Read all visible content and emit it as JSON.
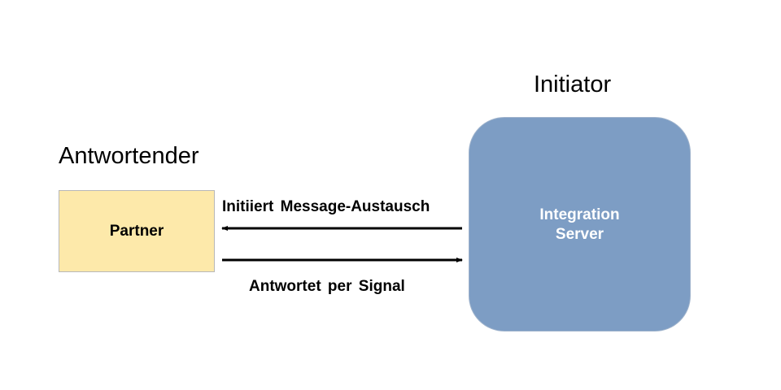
{
  "roles": {
    "responder_heading": "Antwortender",
    "initiator_heading": "Initiator"
  },
  "nodes": {
    "partner": {
      "label": "Partner",
      "fill": "#fde9aa"
    },
    "server": {
      "label_line1": "Integration",
      "label_line2": "Server",
      "fill": "#7d9dc4"
    }
  },
  "edges": [
    {
      "from": "server",
      "to": "partner",
      "label": "Initiiert  Message-Austausch"
    },
    {
      "from": "partner",
      "to": "server",
      "label": "Antwortet  per Signal"
    }
  ]
}
